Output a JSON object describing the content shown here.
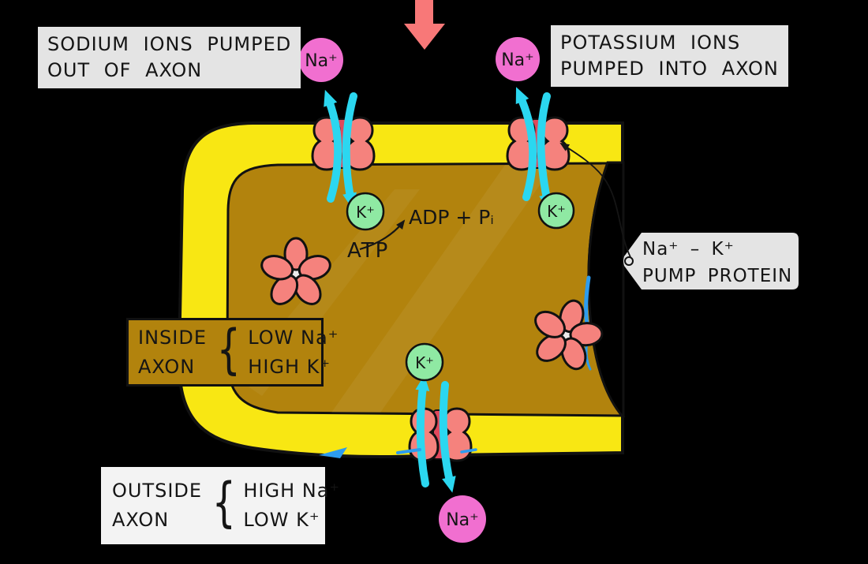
{
  "labels": {
    "sodium_pumped": {
      "line1": "SODIUM IONS PUMPED",
      "line2": "OUT OF AXON"
    },
    "potassium_pumped": {
      "line1": "POTASSIUM IONS",
      "line2": "PUMPED INTO AXON"
    },
    "pump_protein": {
      "line1": "Na⁺ – K⁺",
      "line2": "PUMP PROTEIN"
    }
  },
  "inside_axon": {
    "word1": "INSIDE",
    "word2": "AXON",
    "brace": "{",
    "row1": "LOW Na⁺",
    "row2": "HIGH K⁺"
  },
  "outside_axon": {
    "word1": "OUTSIDE",
    "word2": "AXON",
    "brace": "{",
    "row1": "HIGH Na⁺",
    "row2": "LOW K⁺"
  },
  "ions": {
    "sodium": "Na⁺",
    "potassium": "K⁺"
  },
  "reaction": {
    "substrate": "ATP",
    "products": "ADP + Pᵢ"
  },
  "colors": {
    "background": "#000000",
    "membrane_yellow": "#F8E713",
    "axoplasm_brown": "#B2830D",
    "pump_salmon": "#F5827D",
    "channel_red": "#E0485C",
    "arrow_cyan": "#2BD7F0",
    "impulse_red": "#F87878",
    "sodium_pink": "#F16FD0",
    "potassium_green": "#8FE9A3",
    "accent_blue": "#2D9CEE",
    "label_gray": "#E4E4E4",
    "box_white": "#F3F3F3",
    "ink": "#151515"
  }
}
